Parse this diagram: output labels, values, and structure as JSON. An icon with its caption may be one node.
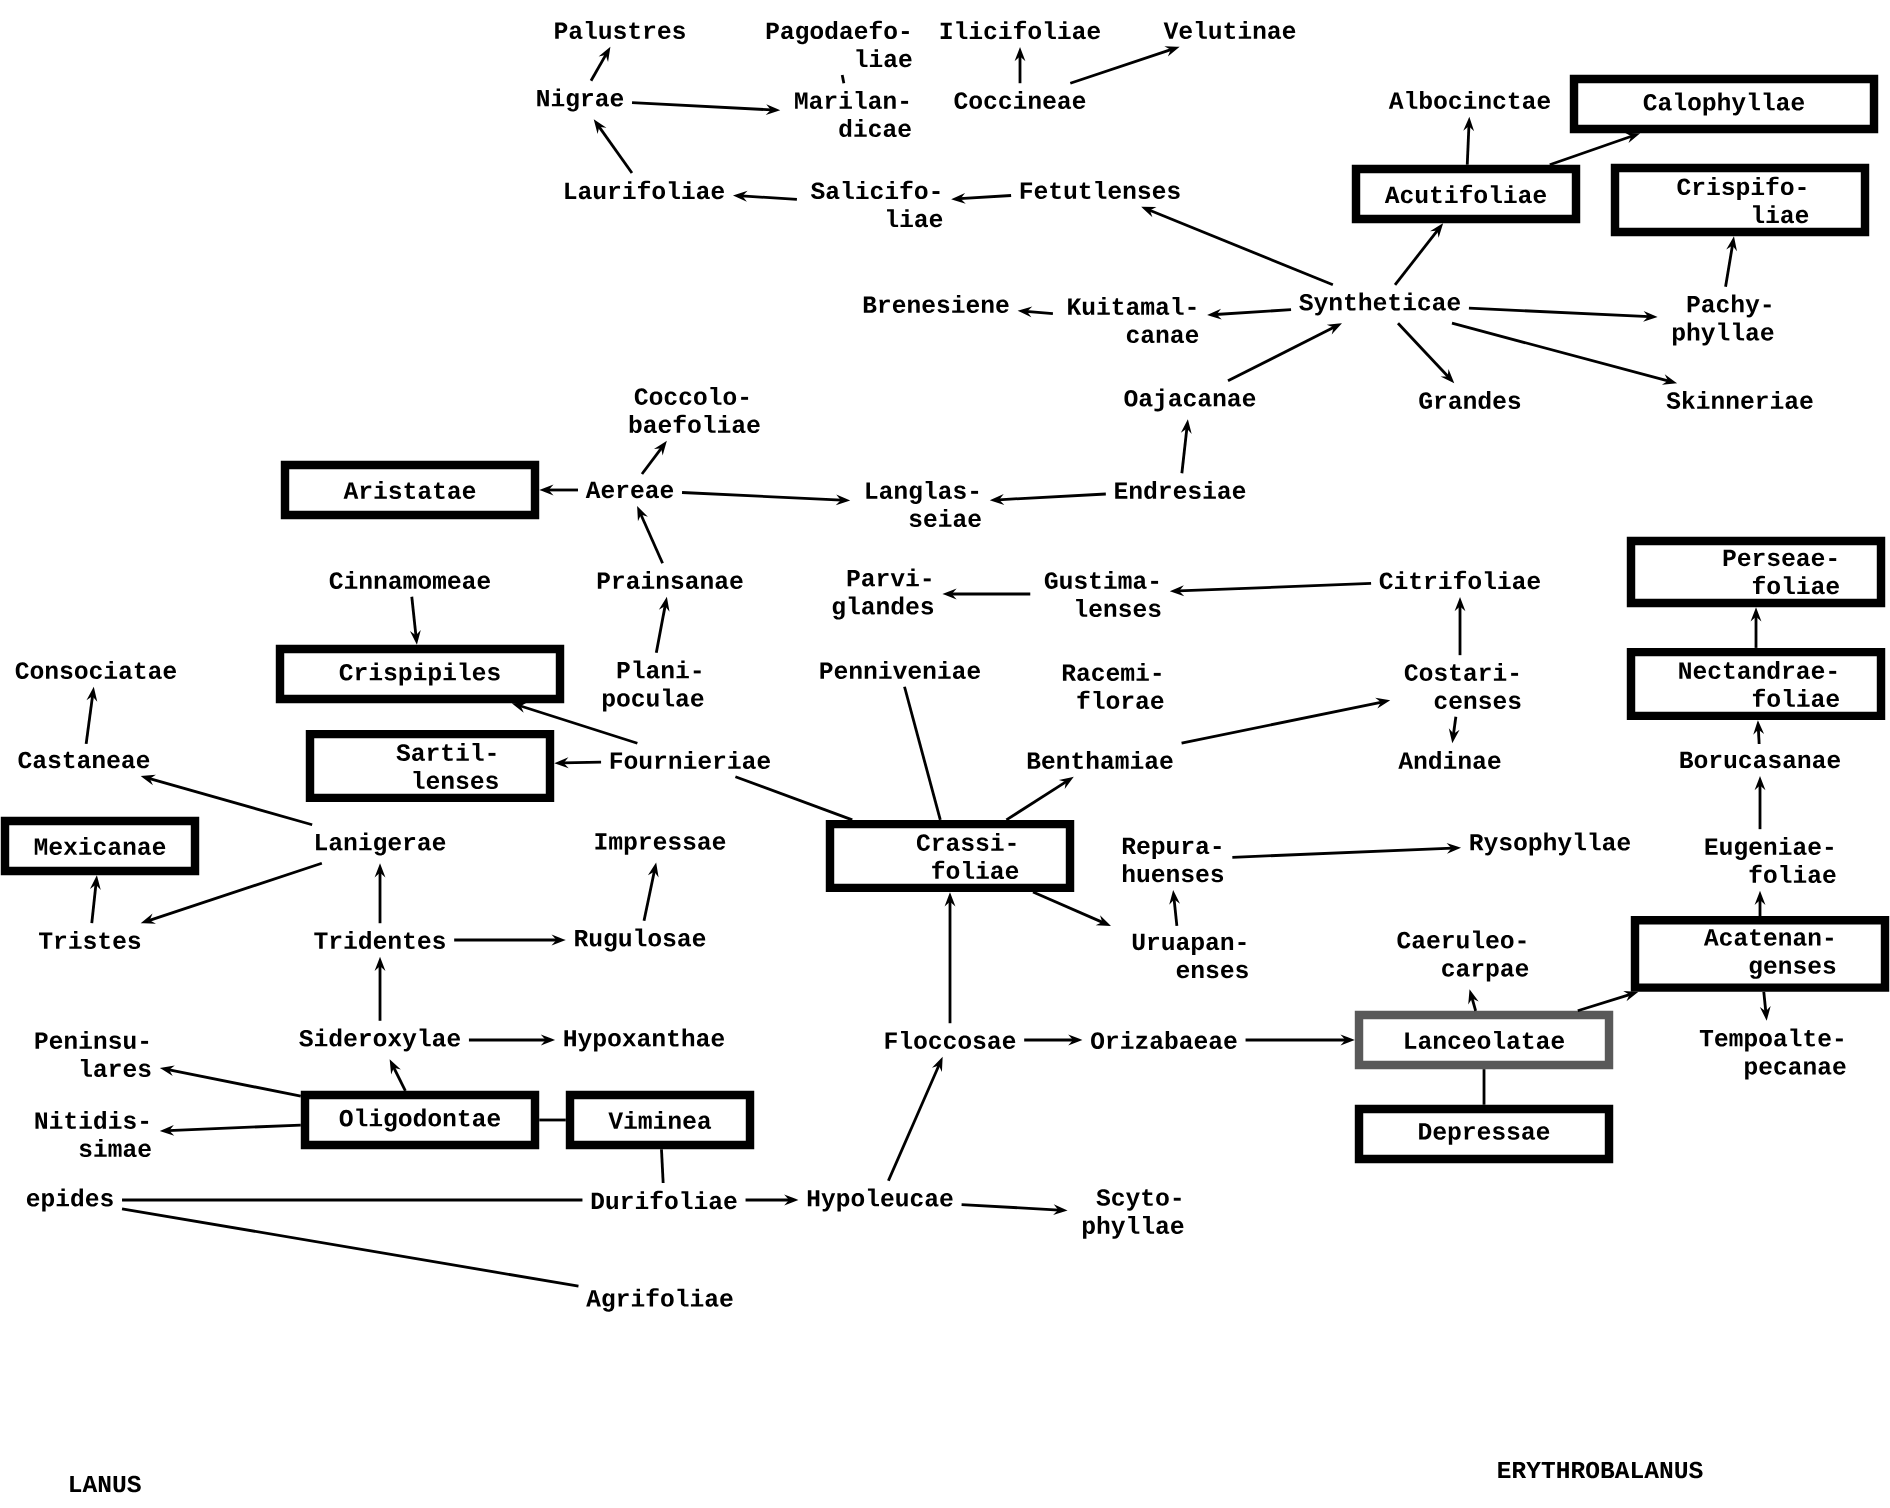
{
  "diagram": {
    "nodes": [
      {
        "text": [
          "Palustres"
        ]
      },
      {
        "text": [
          "Pagodaefo- liae"
        ]
      },
      {
        "text": [
          "Ilicifoliae"
        ]
      },
      {
        "text": [
          "Velutinae"
        ]
      },
      {
        "text": [
          "Nigrae"
        ]
      },
      {
        "text": [
          "Marilan- dicae"
        ]
      },
      {
        "text": [
          "Coccineae"
        ]
      },
      {
        "text": [
          "Albocinctae"
        ]
      },
      {
        "text": [
          "Calophyllae"
        ]
      },
      {
        "text": [
          "Laurifoliae"
        ]
      },
      {
        "text": [
          "Salicifo- liae"
        ]
      },
      {
        "text": [
          "Fetutlenses"
        ]
      },
      {
        "text": [
          "Acutifoliae"
        ]
      },
      {
        "text": [
          "Crispifo- liae"
        ]
      },
      {
        "text": [
          "Brenesiene"
        ]
      },
      {
        "text": [
          "Kuitamal- canae"
        ]
      },
      {
        "text": [
          "Syntheticae"
        ]
      },
      {
        "text": [
          "Pachy- phyllae"
        ]
      },
      {
        "text": [
          "Coccolo- baefoliae"
        ]
      },
      {
        "text": [
          "Oajacanae"
        ]
      },
      {
        "text": [
          "Grandes"
        ]
      },
      {
        "text": [
          "Skinneriae"
        ]
      },
      {
        "text": [
          "Aristatae"
        ]
      },
      {
        "text": [
          "Aereae"
        ]
      },
      {
        "text": [
          "Langlas- seiae"
        ]
      },
      {
        "text": [
          "Endresiae"
        ]
      },
      {
        "text": [
          "Cinnamomeae"
        ]
      },
      {
        "text": [
          "Prainsanae"
        ]
      },
      {
        "text": [
          "Parvi- glandes"
        ]
      },
      {
        "text": [
          "Gustima- lenses"
        ]
      },
      {
        "text": [
          "Citrifoliae"
        ]
      },
      {
        "text": [
          "Perseae- foliae"
        ]
      },
      {
        "text": [
          "Consociatae"
        ]
      },
      {
        "text": [
          "Crispipiles"
        ]
      },
      {
        "text": [
          "Plani- poculae"
        ]
      },
      {
        "text": [
          "Penniveniae"
        ]
      },
      {
        "text": [
          "Racemi- florae"
        ]
      },
      {
        "text": [
          "Costari- censes"
        ]
      },
      {
        "text": [
          "Nectandrae- foliae"
        ]
      },
      {
        "text": [
          "Castaneae"
        ]
      },
      {
        "text": [
          "Sartil- lenses"
        ]
      },
      {
        "text": [
          "Fournieriae"
        ]
      },
      {
        "text": [
          "Benthamiae"
        ]
      },
      {
        "text": [
          "Andinae"
        ]
      },
      {
        "text": [
          "Borucasanae"
        ]
      },
      {
        "text": [
          "Mexicanae"
        ]
      },
      {
        "text": [
          "Lanigerae"
        ]
      },
      {
        "text": [
          "Impressae"
        ]
      },
      {
        "text": [
          "Crassi- foliae"
        ]
      },
      {
        "text": [
          "Repura- huenses"
        ]
      },
      {
        "text": [
          "Rysophyllae"
        ]
      },
      {
        "text": [
          "Eugeniae- foliae"
        ]
      },
      {
        "text": [
          "Tristes"
        ]
      },
      {
        "text": [
          "Tridentes"
        ]
      },
      {
        "text": [
          "Rugulosae"
        ]
      },
      {
        "text": [
          "Uruapan- enses"
        ]
      },
      {
        "text": [
          "Caeruleo- carpae"
        ]
      },
      {
        "text": [
          "Acatenan- genses"
        ]
      },
      {
        "text": [
          "Peninsu- lares"
        ]
      },
      {
        "text": [
          "Sideroxylae"
        ]
      },
      {
        "text": [
          "Hypoxanthae"
        ]
      },
      {
        "text": [
          "Floccosae"
        ]
      },
      {
        "text": [
          "Orizabaeae"
        ]
      },
      {
        "text": [
          "Lanceolatae"
        ]
      },
      {
        "text": [
          "Tempoalte- pecanae"
        ]
      },
      {
        "text": [
          "Nitidis- simae"
        ]
      },
      {
        "text": [
          "Oligodontae"
        ]
      },
      {
        "text": [
          "Viminea"
        ]
      },
      {
        "text": [
          "Depressae"
        ]
      },
      {
        "text": [
          "epides"
        ]
      },
      {
        "text": [
          "Durifoliae"
        ]
      },
      {
        "text": [
          "Hypoleucae"
        ]
      },
      {
        "text": [
          "Scyto- phyllae"
        ]
      },
      {
        "text": [
          "Agrifoliae"
        ]
      }
    ],
    "edges": [
      {
        "from": 4,
        "to": 0,
        "arrow": "to"
      },
      {
        "from": 4,
        "to": 5,
        "arrow": "to"
      },
      {
        "from": 1,
        "to": 5,
        "arrow": "none"
      },
      {
        "from": 6,
        "to": 2,
        "arrow": "to"
      },
      {
        "from": 6,
        "to": 3,
        "arrow": "to"
      },
      {
        "from": 9,
        "to": 4,
        "arrow": "to"
      },
      {
        "from": 10,
        "to": 9,
        "arrow": "to"
      },
      {
        "from": 11,
        "to": 10,
        "arrow": "to"
      },
      {
        "from": 12,
        "to": 7,
        "arrow": "to"
      },
      {
        "from": 12,
        "to": 8,
        "arrow": "to"
      },
      {
        "from": 16,
        "to": 12,
        "arrow": "to"
      },
      {
        "from": 16,
        "to": 11,
        "arrow": "to"
      },
      {
        "from": 16,
        "to": 15,
        "arrow": "to"
      },
      {
        "from": 15,
        "to": 14,
        "arrow": "to"
      },
      {
        "from": 19,
        "to": 16,
        "arrow": "to"
      },
      {
        "from": 16,
        "to": 20,
        "arrow": "to"
      },
      {
        "from": 16,
        "to": 17,
        "arrow": "to"
      },
      {
        "from": 16,
        "to": 21,
        "arrow": "to"
      },
      {
        "from": 17,
        "to": 13,
        "arrow": "to"
      },
      {
        "from": 25,
        "to": 19,
        "arrow": "to"
      },
      {
        "from": 25,
        "to": 24,
        "arrow": "to"
      },
      {
        "from": 23,
        "to": 24,
        "arrow": "to"
      },
      {
        "from": 23,
        "to": 22,
        "arrow": "to"
      },
      {
        "from": 23,
        "to": 18,
        "arrow": "to"
      },
      {
        "from": 27,
        "to": 23,
        "arrow": "to"
      },
      {
        "from": 34,
        "to": 27,
        "arrow": "to"
      },
      {
        "from": 29,
        "to": 28,
        "arrow": "to"
      },
      {
        "from": 30,
        "to": 29,
        "arrow": "to"
      },
      {
        "from": 37,
        "to": 30,
        "arrow": "to"
      },
      {
        "from": 37,
        "to": 43,
        "arrow": "to"
      },
      {
        "from": 42,
        "to": 37,
        "arrow": "to"
      },
      {
        "from": 48,
        "to": 42,
        "arrow": "to"
      },
      {
        "from": 48,
        "to": 35,
        "arrow": "none"
      },
      {
        "from": 41,
        "to": 48,
        "arrow": "none"
      },
      {
        "from": 48,
        "to": 55,
        "arrow": "to"
      },
      {
        "from": 41,
        "to": 33,
        "arrow": "to"
      },
      {
        "from": 41,
        "to": 40,
        "arrow": "to"
      },
      {
        "from": 26,
        "to": 33,
        "arrow": "to"
      },
      {
        "from": 39,
        "to": 32,
        "arrow": "to"
      },
      {
        "from": 46,
        "to": 39,
        "arrow": "to"
      },
      {
        "from": 52,
        "to": 45,
        "arrow": "to"
      },
      {
        "from": 46,
        "to": 52,
        "arrow": "to"
      },
      {
        "from": 53,
        "to": 46,
        "arrow": "to"
      },
      {
        "from": 53,
        "to": 54,
        "arrow": "to"
      },
      {
        "from": 54,
        "to": 47,
        "arrow": "to"
      },
      {
        "from": 59,
        "to": 53,
        "arrow": "to"
      },
      {
        "from": 59,
        "to": 60,
        "arrow": "to"
      },
      {
        "from": 66,
        "to": 59,
        "arrow": "to"
      },
      {
        "from": 66,
        "to": 58,
        "arrow": "to"
      },
      {
        "from": 66,
        "to": 65,
        "arrow": "to"
      },
      {
        "from": 66,
        "to": 67,
        "arrow": "none"
      },
      {
        "from": 67,
        "to": 70,
        "arrow": "none"
      },
      {
        "from": 70,
        "to": 71,
        "arrow": "to"
      },
      {
        "from": 71,
        "to": 72,
        "arrow": "to"
      },
      {
        "from": 71,
        "to": 61,
        "arrow": "to"
      },
      {
        "from": 61,
        "to": 48,
        "arrow": "to"
      },
      {
        "from": 61,
        "to": 62,
        "arrow": "to"
      },
      {
        "from": 62,
        "to": 63,
        "arrow": "to"
      },
      {
        "from": 49,
        "to": 50,
        "arrow": "to"
      },
      {
        "from": 55,
        "to": 49,
        "arrow": "to"
      },
      {
        "from": 63,
        "to": 56,
        "arrow": "to"
      },
      {
        "from": 63,
        "to": 57,
        "arrow": "to"
      },
      {
        "from": 63,
        "to": 68,
        "arrow": "none"
      },
      {
        "from": 57,
        "to": 51,
        "arrow": "to"
      },
      {
        "from": 57,
        "to": 64,
        "arrow": "to"
      },
      {
        "from": 51,
        "to": 44,
        "arrow": "to"
      },
      {
        "from": 44,
        "to": 38,
        "arrow": "to"
      },
      {
        "from": 38,
        "to": 31,
        "arrow": "to"
      },
      {
        "from": 69,
        "to": 70,
        "arrow": "none"
      },
      {
        "from": 69,
        "to": 73,
        "arrow": "none"
      }
    ],
    "labels": [
      "LANUS",
      "ERYTHROBALANUS"
    ]
  }
}
